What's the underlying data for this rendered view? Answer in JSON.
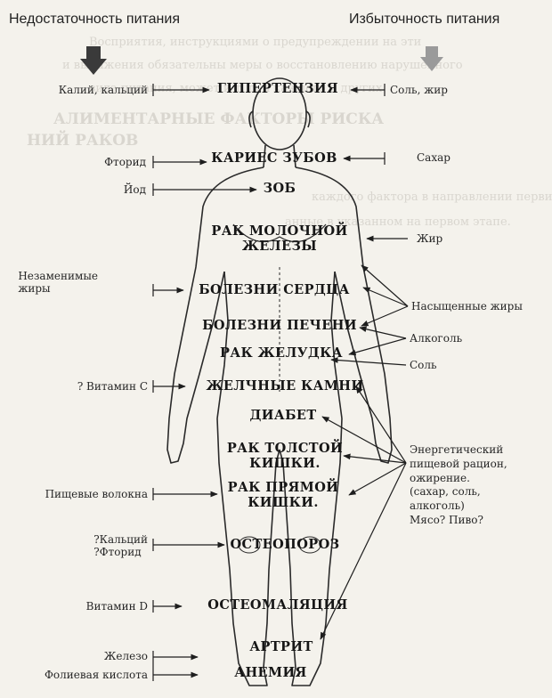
{
  "headers": {
    "left": "Недостаточность питания",
    "right": "Избыточность питания"
  },
  "conditions": [
    {
      "id": "hypertension",
      "label": "ГИПЕРТЕНЗИЯ"
    },
    {
      "id": "caries",
      "label": "КАРИЕС ЗУБОВ"
    },
    {
      "id": "goiter",
      "label": "ЗОБ"
    },
    {
      "id": "breast-cancer",
      "label": "РАК МОЛОЧНОЙ\nЖЕЛЕЗЫ"
    },
    {
      "id": "heart-disease",
      "label": "БОЛЕЗНИ СЕРДЦА"
    },
    {
      "id": "liver-disease",
      "label": "БОЛЕЗНИ ПЕЧЕНИ"
    },
    {
      "id": "stomach-cancer",
      "label": "РАК ЖЕЛУДКА"
    },
    {
      "id": "gallstones",
      "label": "ЖЕЛЧНЫЕ КАМНИ"
    },
    {
      "id": "diabetes",
      "label": "ДИАБЕТ"
    },
    {
      "id": "colon-cancer",
      "label": "РАК ТОЛСТОЙ\nКИШКИ."
    },
    {
      "id": "rectal-cancer",
      "label": "РАК ПРЯМОЙ\nКИШКИ."
    },
    {
      "id": "osteoporosis",
      "label": "ОСТЕОПОРОЗ"
    },
    {
      "id": "osteomalacia",
      "label": "ОСТЕОМАЛЯЦИЯ"
    },
    {
      "id": "arthritis",
      "label": "АРТРИТ"
    },
    {
      "id": "anemia",
      "label": "АНЕМИЯ"
    }
  ],
  "deficiency_factors": [
    {
      "id": "potassium-calcium",
      "label": "Калий, кальций"
    },
    {
      "id": "fluoride",
      "label": "Фторид"
    },
    {
      "id": "iodine",
      "label": "Йод"
    },
    {
      "id": "essential-fats",
      "label": "Незаменимые\nжиры"
    },
    {
      "id": "vitamin-c",
      "label": "? Витамин С"
    },
    {
      "id": "dietary-fiber",
      "label": "Пищевые волокна"
    },
    {
      "id": "calcium-fluoride-q",
      "label": "?Кальций\n?Фторид"
    },
    {
      "id": "vitamin-d",
      "label": "Витамин D"
    },
    {
      "id": "iron",
      "label": "Железо"
    },
    {
      "id": "folic-acid",
      "label": "Фолиевая кислота"
    }
  ],
  "excess_factors": [
    {
      "id": "salt-fat",
      "label": "Соль, жир"
    },
    {
      "id": "sugar",
      "label": "Сахар"
    },
    {
      "id": "fat",
      "label": "Жир"
    },
    {
      "id": "saturated-fats",
      "label": "Насыщенные жиры"
    },
    {
      "id": "alcohol",
      "label": "Алкоголь"
    },
    {
      "id": "salt",
      "label": "Соль"
    },
    {
      "id": "energy-diet",
      "label": "Энергетический\nпищевой рацион,\nожирение.\n(сахар, соль,\nалкоголь)\nМясо? Пиво?"
    }
  ],
  "background_text": [
    "Восприятия, инструкциями о предупреждении на эти",
    "и выражения обязательны меры  о восстановлению нарушенного",
    "вида питания, может и т. д. а каждого и других",
    "АЛИМЕНТАРНЫЕ ФАКТОРЫ РИСКА",
    "НИЙ РАКОВ",
    "каждого фактора в направлении первичного",
    "анные в указанном на первом этапе."
  ],
  "colors": {
    "background": "#f4f2ec",
    "ink": "#1e1e1e",
    "bleed": "#d9d6cf"
  }
}
